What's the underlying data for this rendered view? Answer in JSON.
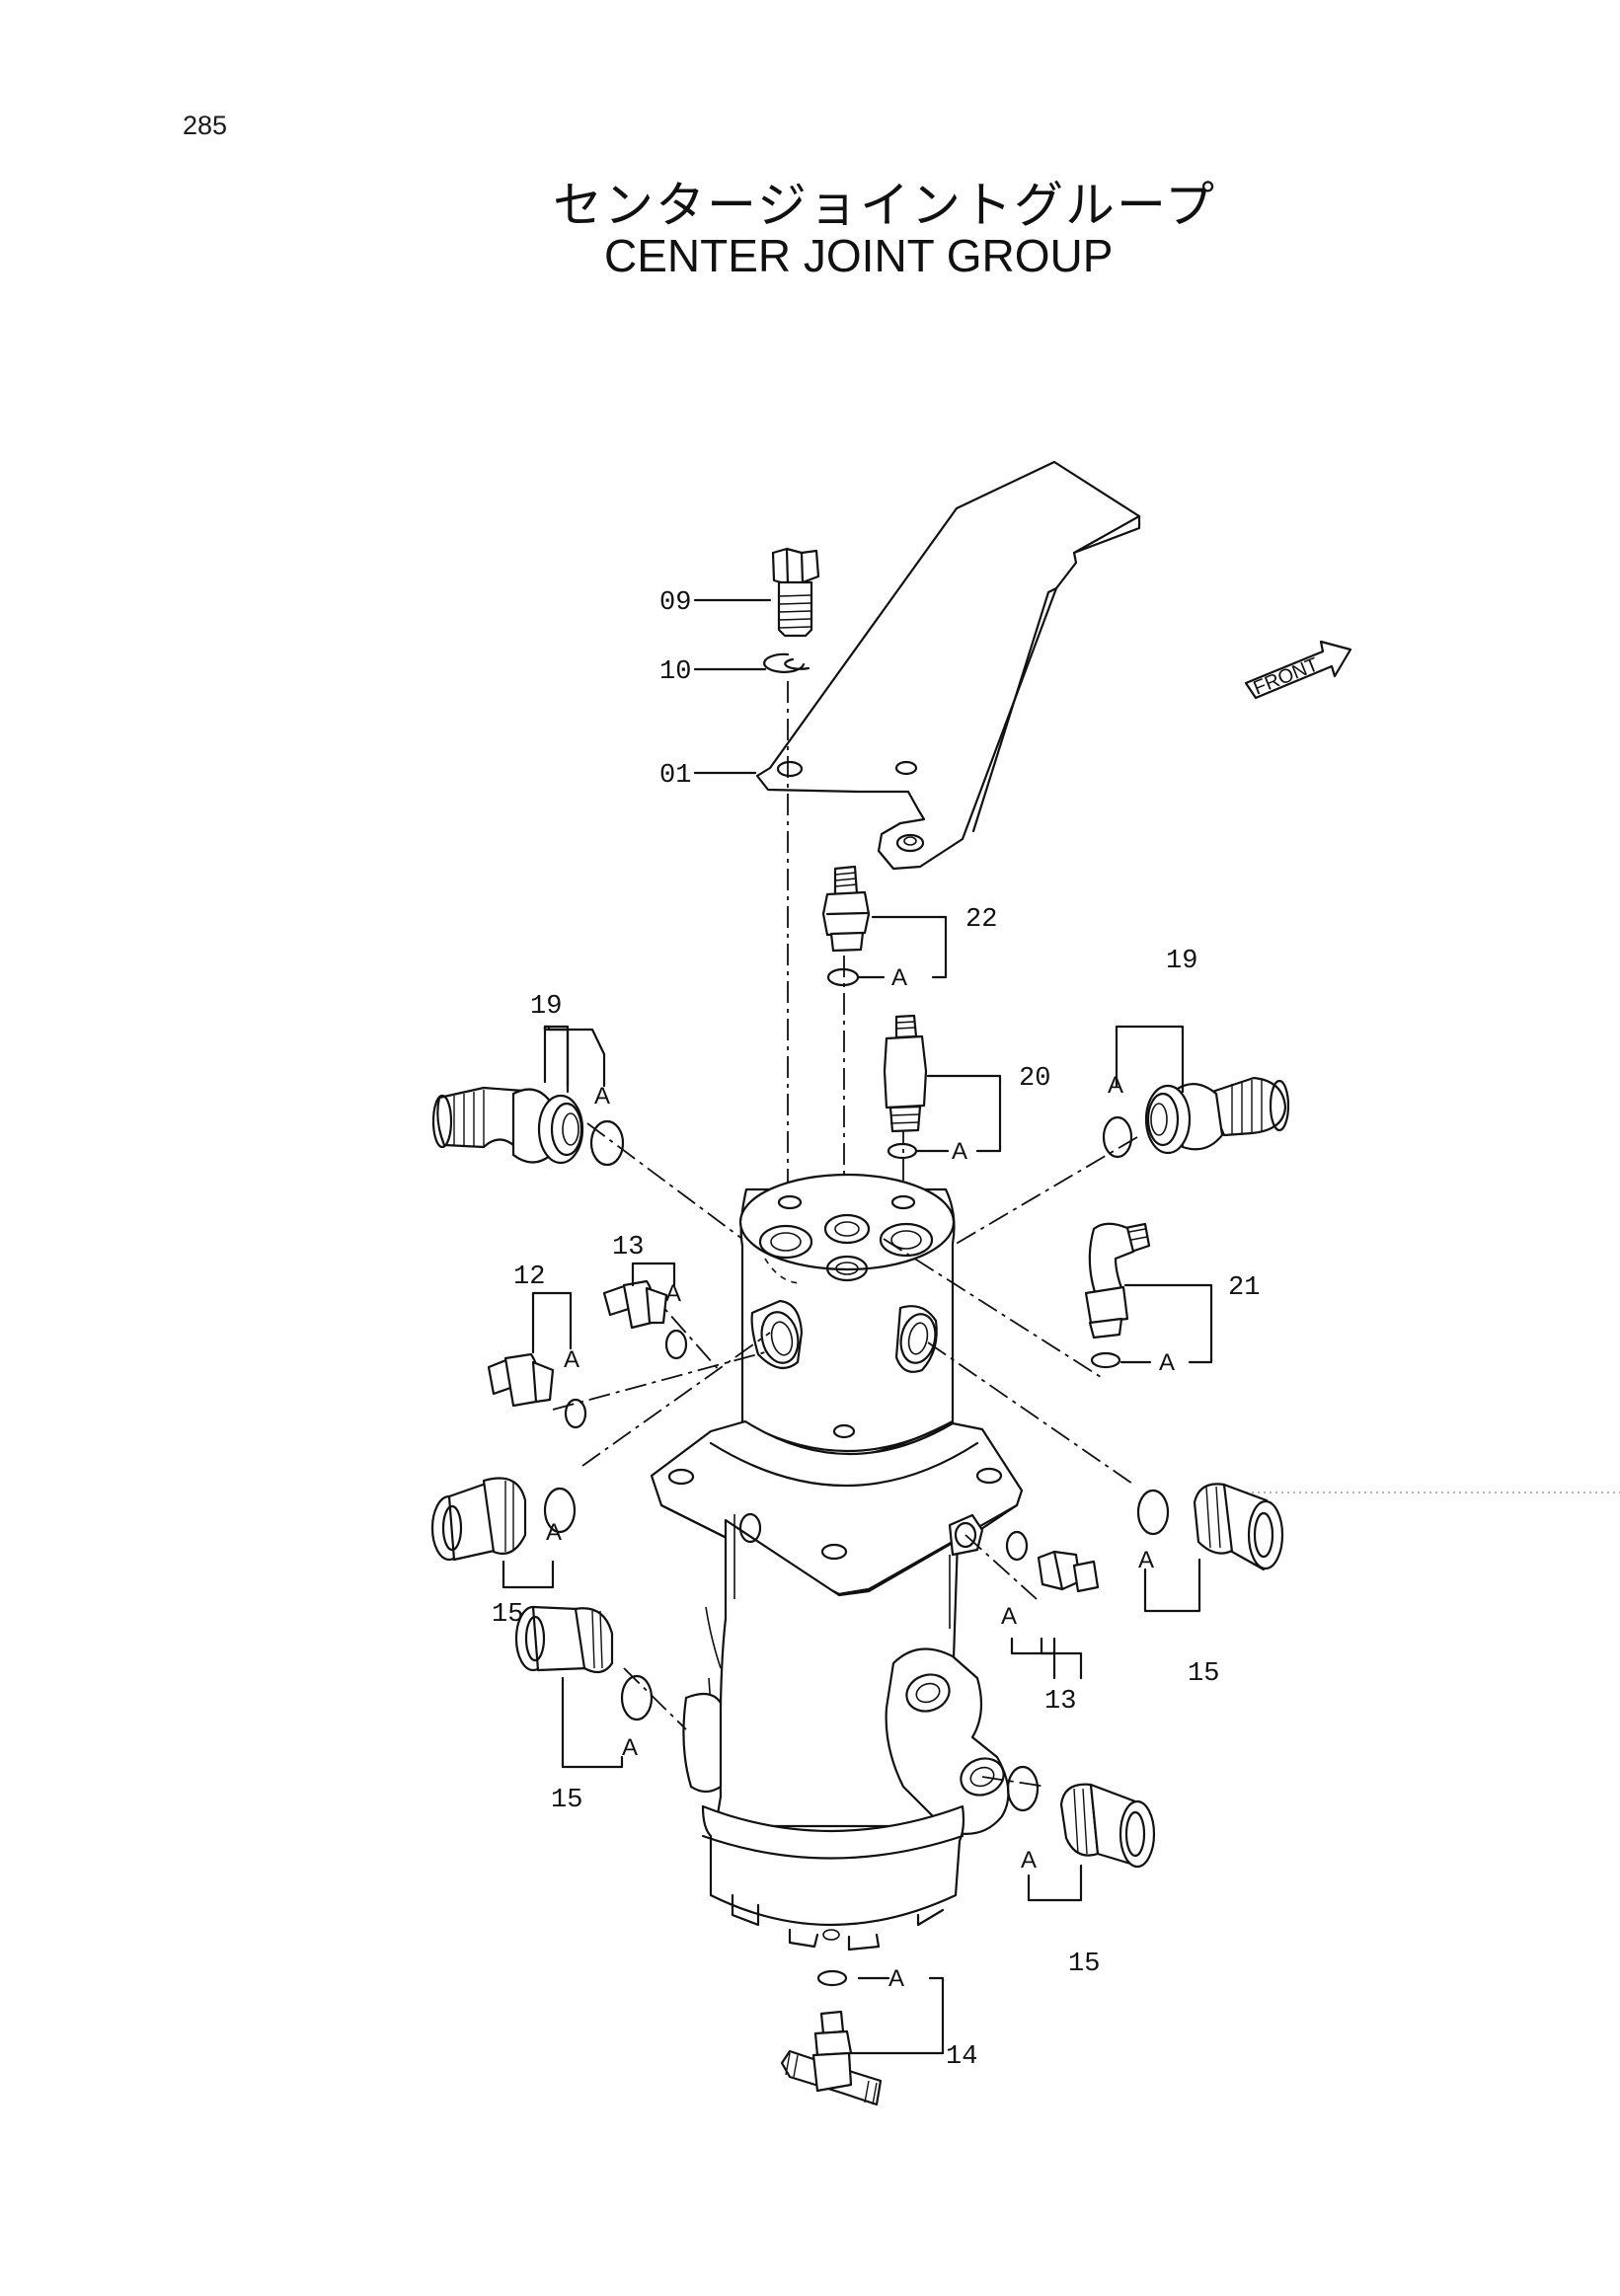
{
  "page": {
    "number": "285",
    "title_jp": "センタージョイントグループ",
    "title_en": "CENTER JOINT GROUP"
  },
  "diagram": {
    "front_indicator": "FRONT",
    "connector_letter": "A",
    "part_labels": {
      "p09": "09",
      "p10": "10",
      "p01": "01",
      "p22": "22",
      "p19_left": "19",
      "p19_right": "19",
      "p20": "20",
      "p13_upper": "13",
      "p12": "12",
      "p21": "21",
      "p15_left_upper": "15",
      "p15_right": "15",
      "p13_lower": "13",
      "p15_left_lower": "15",
      "p15_lower_right": "15",
      "p14": "14"
    }
  },
  "colors": {
    "ink": "#111111",
    "paper": "#ffffff"
  }
}
